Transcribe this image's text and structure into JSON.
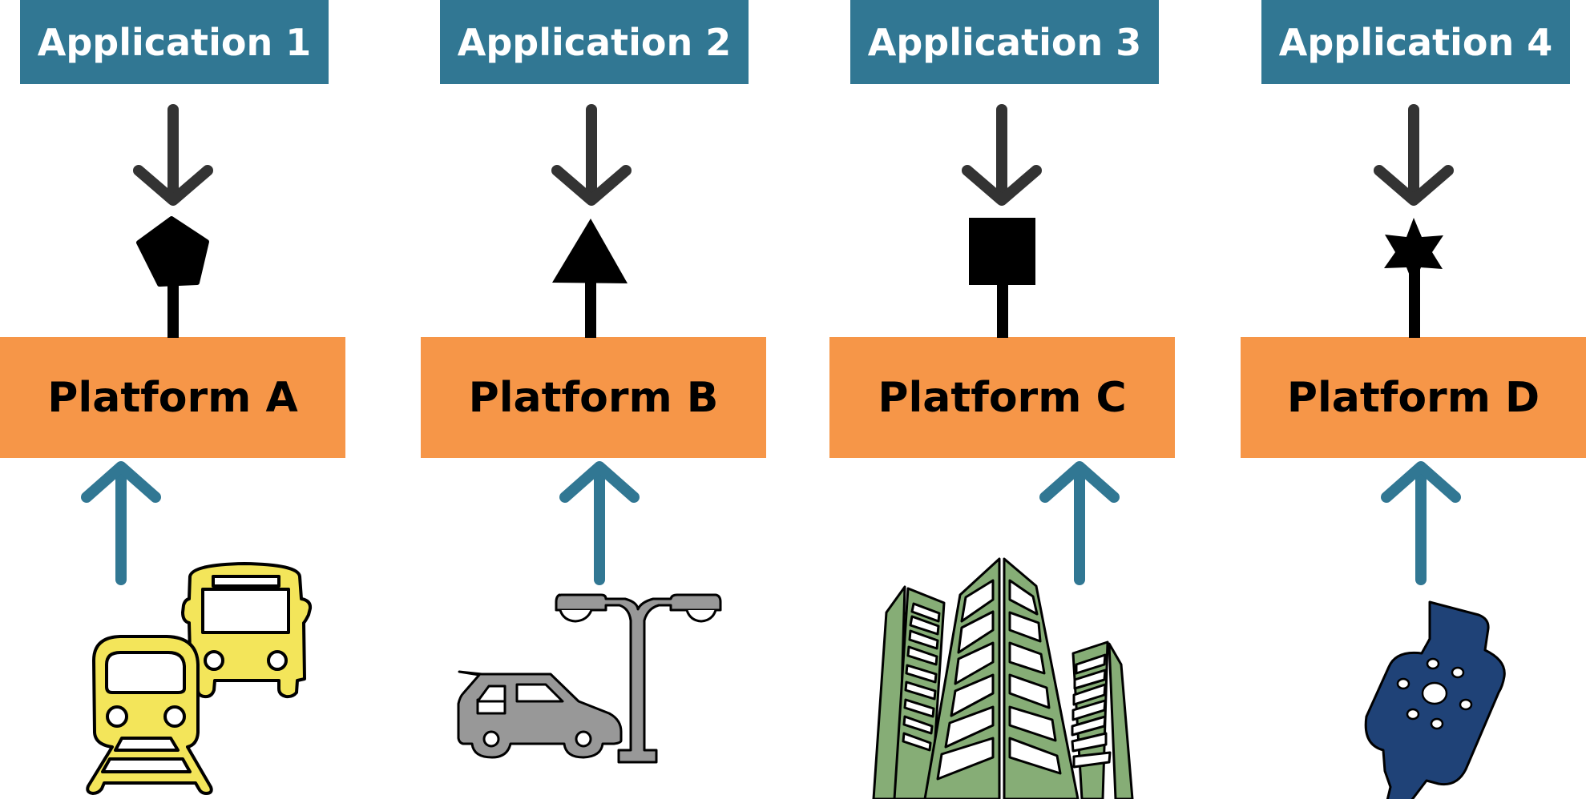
{
  "title": "Applications and Platforms diagram",
  "colors": {
    "application_box": "#317793",
    "platform_box": "#F69648",
    "down_arrow": "#333333",
    "up_arrow": "#317793",
    "transit_icon": "#F3E55A",
    "parking_icon": "#989898",
    "buildings_icon": "#86AD76",
    "wearable_icon": "#1F4277"
  },
  "columns": [
    {
      "application": "Application 1",
      "platform": "Platform A",
      "interface_shape": "pentagon",
      "source_icon": "train-and-bus-icon"
    },
    {
      "application": "Application 2",
      "platform": "Platform B",
      "interface_shape": "triangle",
      "source_icon": "car-and-streetlight-icon"
    },
    {
      "application": "Application 3",
      "platform": "Platform C",
      "interface_shape": "square",
      "source_icon": "buildings-icon"
    },
    {
      "application": "Application 4",
      "platform": "Platform D",
      "interface_shape": "star",
      "source_icon": "wearable-sensor-icon"
    }
  ]
}
